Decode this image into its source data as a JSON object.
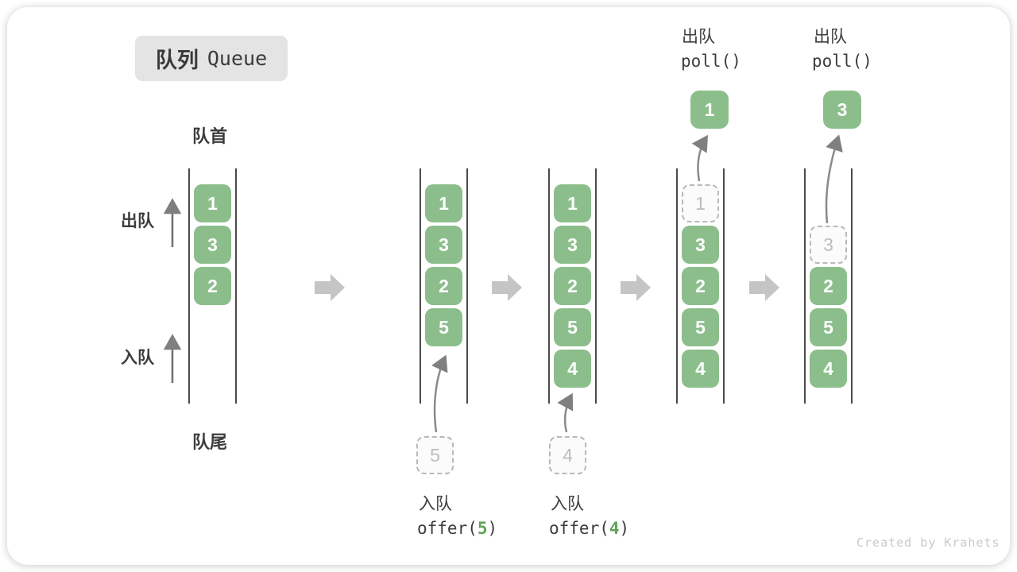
{
  "title": {
    "zh": "队列",
    "en": "Queue"
  },
  "labels": {
    "front": "队首",
    "rear": "队尾",
    "dequeue": "出队",
    "enqueue": "入队"
  },
  "states": [
    {
      "slots": [
        {
          "v": "1"
        },
        {
          "v": "3"
        },
        {
          "v": "2"
        }
      ]
    },
    {
      "slots": [
        {
          "v": "1"
        },
        {
          "v": "3"
        },
        {
          "v": "2"
        },
        {
          "v": "5"
        }
      ],
      "incoming": {
        "v": "5"
      }
    },
    {
      "slots": [
        {
          "v": "1"
        },
        {
          "v": "3"
        },
        {
          "v": "2"
        },
        {
          "v": "5"
        },
        {
          "v": "4"
        }
      ],
      "incoming": {
        "v": "4"
      }
    },
    {
      "slots": [
        {
          "v": "1",
          "ghost": true
        },
        {
          "v": "3"
        },
        {
          "v": "2"
        },
        {
          "v": "5"
        },
        {
          "v": "4"
        }
      ],
      "outgoing": {
        "v": "1"
      }
    },
    {
      "slots": [
        {
          "v": "3",
          "ghost": true
        },
        {
          "v": "2"
        },
        {
          "v": "5"
        },
        {
          "v": "4"
        }
      ],
      "outgoing": {
        "v": "3"
      }
    }
  ],
  "ops": {
    "enqueue5": {
      "label": "入队",
      "fn": "offer(",
      "arg": "5",
      "close": ")"
    },
    "enqueue4": {
      "label": "入队",
      "fn": "offer(",
      "arg": "4",
      "close": ")"
    },
    "poll1": {
      "label": "出队",
      "fn": "poll()"
    },
    "poll2": {
      "label": "出队",
      "fn": "poll()"
    }
  },
  "watermark": "Created by Krahets",
  "colors": {
    "item_green": "#8CBE8C",
    "arg_green": "#5FA357",
    "ghost_border": "#b9b9b9",
    "ghost_text": "#bcbcbc",
    "block_arrow": "#c5c5c5",
    "thin_arrow": "#8a8a8a",
    "wall_line": "#4a4a4a",
    "title_bg": "#e4e4e4",
    "text_dark": "#3d3d3d",
    "watermark_gray": "#c9c9c9"
  }
}
